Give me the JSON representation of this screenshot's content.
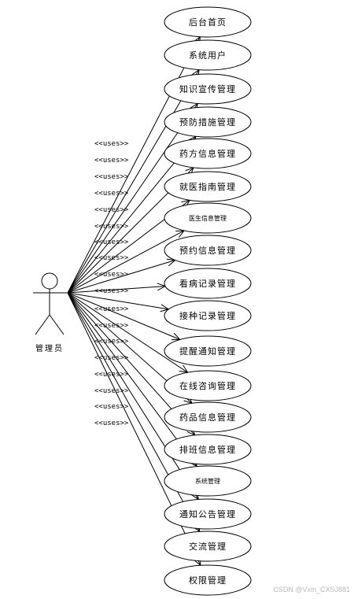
{
  "actor": {
    "name": "管理员"
  },
  "stereotype": "<<uses>>",
  "use_cases": [
    {
      "label": "后台首页",
      "small": false
    },
    {
      "label": "系统用户",
      "small": false
    },
    {
      "label": "知识宣传管理",
      "small": false
    },
    {
      "label": "预防措施管理",
      "small": false
    },
    {
      "label": "药方信息管理",
      "small": false
    },
    {
      "label": "就医指南管理",
      "small": false
    },
    {
      "label": "医生信息管理",
      "small": true
    },
    {
      "label": "预约信息管理",
      "small": false
    },
    {
      "label": "看病记录管理",
      "small": false
    },
    {
      "label": "接种记录管理",
      "small": false
    },
    {
      "label": "提醒通知管理",
      "small": false
    },
    {
      "label": "在线咨询管理",
      "small": false
    },
    {
      "label": "药品信息管理",
      "small": false
    },
    {
      "label": "排班信息管理",
      "small": false
    },
    {
      "label": "系统管理",
      "small": true
    },
    {
      "label": "通知公告管理",
      "small": false
    },
    {
      "label": "交流管理",
      "small": false
    },
    {
      "label": "权限管理",
      "small": false
    }
  ],
  "watermark": "CSDN @Vxin_CXSJ881"
}
